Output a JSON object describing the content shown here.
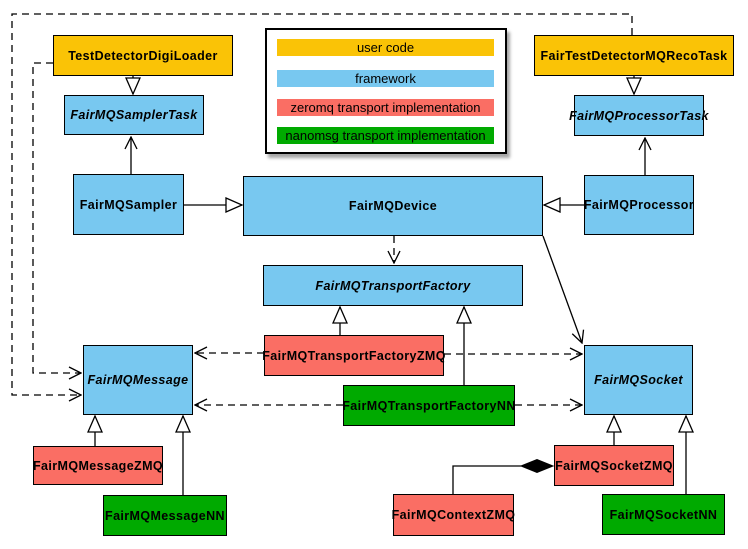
{
  "colors": {
    "user_code": "#FAC306",
    "framework": "#78C8F0",
    "zeromq": "#FA6E64",
    "nanomsg": "#00AA00",
    "line": "#000000",
    "background": "#FFFFFF"
  },
  "diagram": {
    "type": "uml-class-diagram",
    "legend": {
      "items": [
        {
          "label": "user code",
          "category": "user_code",
          "color": "#FAC306"
        },
        {
          "label": "framework",
          "category": "framework",
          "color": "#78C8F0"
        },
        {
          "label": "zeromq transport implementation",
          "category": "zeromq",
          "color": "#FA6E64"
        },
        {
          "label": "nanomsg transport implementation",
          "category": "nanomsg",
          "color": "#00AA00"
        }
      ]
    },
    "nodes": {
      "testDetectorDigiLoader": {
        "label": "TestDetectorDigiLoader",
        "category": "user_code",
        "abstract": false
      },
      "fairTestDetectorMQRecoTask": {
        "label": "FairTestDetectorMQRecoTask",
        "category": "user_code",
        "abstract": false
      },
      "fairMQSamplerTask": {
        "label": "FairMQSamplerTask",
        "category": "framework",
        "abstract": true
      },
      "fairMQProcessorTask": {
        "label": "FairMQProcessorTask",
        "category": "framework",
        "abstract": true
      },
      "fairMQSampler": {
        "label": "FairMQSampler",
        "category": "framework",
        "abstract": false
      },
      "fairMQDevice": {
        "label": "FairMQDevice",
        "category": "framework",
        "abstract": false
      },
      "fairMQProcessor": {
        "label": "FairMQProcessor",
        "category": "framework",
        "abstract": false
      },
      "fairMQTransportFactory": {
        "label": "FairMQTransportFactory",
        "category": "framework",
        "abstract": true
      },
      "fairMQTransportFactoryZMQ": {
        "label": "FairMQTransportFactoryZMQ",
        "category": "zeromq",
        "abstract": false
      },
      "fairMQTransportFactoryNN": {
        "label": "FairMQTransportFactoryNN",
        "category": "nanomsg",
        "abstract": false
      },
      "fairMQMessage": {
        "label": "FairMQMessage",
        "category": "framework",
        "abstract": true
      },
      "fairMQSocket": {
        "label": "FairMQSocket",
        "category": "framework",
        "abstract": true
      },
      "fairMQMessageZMQ": {
        "label": "FairMQMessageZMQ",
        "category": "zeromq",
        "abstract": false
      },
      "fairMQMessageNN": {
        "label": "FairMQMessageNN",
        "category": "nanomsg",
        "abstract": false
      },
      "fairMQSocketZMQ": {
        "label": "FairMQSocketZMQ",
        "category": "zeromq",
        "abstract": false
      },
      "fairMQSocketNN": {
        "label": "FairMQSocketNN",
        "category": "nanomsg",
        "abstract": false
      },
      "fairMQContextZMQ": {
        "label": "FairMQContextZMQ",
        "category": "zeromq",
        "abstract": false
      }
    },
    "edges": [
      {
        "from": "TestDetectorDigiLoader",
        "to": "FairMQSamplerTask",
        "type": "inheritance"
      },
      {
        "from": "FairTestDetectorMQRecoTask",
        "to": "FairMQProcessorTask",
        "type": "inheritance"
      },
      {
        "from": "FairMQSampler",
        "to": "FairMQDevice",
        "type": "inheritance"
      },
      {
        "from": "FairMQProcessor",
        "to": "FairMQDevice",
        "type": "inheritance"
      },
      {
        "from": "FairMQTransportFactoryZMQ",
        "to": "FairMQTransportFactory",
        "type": "inheritance"
      },
      {
        "from": "FairMQTransportFactoryNN",
        "to": "FairMQTransportFactory",
        "type": "inheritance"
      },
      {
        "from": "FairMQMessageZMQ",
        "to": "FairMQMessage",
        "type": "inheritance"
      },
      {
        "from": "FairMQMessageNN",
        "to": "FairMQMessage",
        "type": "inheritance"
      },
      {
        "from": "FairMQSocketZMQ",
        "to": "FairMQSocket",
        "type": "inheritance"
      },
      {
        "from": "FairMQSocketNN",
        "to": "FairMQSocket",
        "type": "inheritance"
      },
      {
        "from": "FairMQSampler",
        "to": "FairMQSamplerTask",
        "type": "association"
      },
      {
        "from": "FairMQProcessor",
        "to": "FairMQProcessorTask",
        "type": "association"
      },
      {
        "from": "FairMQDevice",
        "to": "FairMQSocket",
        "type": "association"
      },
      {
        "from": "FairMQDevice",
        "to": "FairMQTransportFactory",
        "type": "dependency"
      },
      {
        "from": "FairTestDetectorMQRecoTask",
        "to": "FairMQMessage",
        "type": "dependency"
      },
      {
        "from": "TestDetectorDigiLoader",
        "to": "FairMQMessage",
        "type": "dependency"
      },
      {
        "from": "FairMQTransportFactoryZMQ",
        "to": "FairMQMessage",
        "type": "dependency"
      },
      {
        "from": "FairMQTransportFactoryZMQ",
        "to": "FairMQSocket",
        "type": "dependency"
      },
      {
        "from": "FairMQTransportFactoryNN",
        "to": "FairMQMessage",
        "type": "dependency"
      },
      {
        "from": "FairMQTransportFactoryNN",
        "to": "FairMQSocket",
        "type": "dependency"
      },
      {
        "from": "FairMQContextZMQ",
        "to": "FairMQSocketZMQ",
        "type": "composition"
      }
    ]
  }
}
